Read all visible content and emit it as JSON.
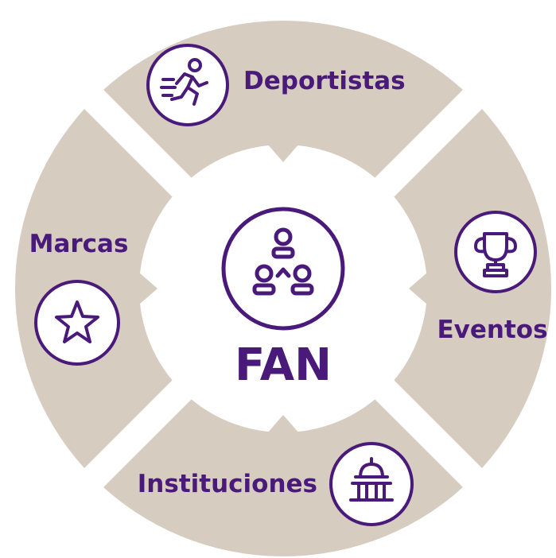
{
  "colors": {
    "ring": "#d6cdc0",
    "primary": "#4a1a7a",
    "background": "#ffffff"
  },
  "center": {
    "label": "FAN",
    "icon": "fan-network-icon"
  },
  "segments": [
    {
      "id": "top",
      "label": "Deportistas",
      "icon": "runner-icon"
    },
    {
      "id": "right",
      "label": "Eventos",
      "icon": "trophy-icon"
    },
    {
      "id": "bottom",
      "label": "Instituciones",
      "icon": "institution-building-icon"
    },
    {
      "id": "left",
      "label": "Marcas",
      "icon": "star-icon"
    }
  ]
}
